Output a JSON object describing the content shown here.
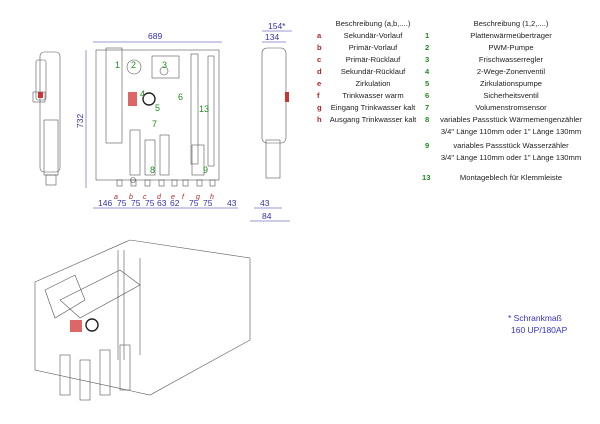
{
  "legend_letters": {
    "header": "Beschreibung (a,b,....)",
    "items": [
      {
        "key": "a",
        "text": "Sekundär-Vorlauf"
      },
      {
        "key": "b",
        "text": "Primär-Vorlauf"
      },
      {
        "key": "c",
        "text": "Primär-Rücklauf"
      },
      {
        "key": "d",
        "text": "Sekundär-Rücklauf"
      },
      {
        "key": "e",
        "text": "Zirkulation"
      },
      {
        "key": "f",
        "text": "Trinkwasser warm"
      },
      {
        "key": "g",
        "text": "Eingang Trinkwasser kalt"
      },
      {
        "key": "h",
        "text": "Ausgang Trinkwasser kalt"
      }
    ]
  },
  "legend_numbers": {
    "header": "Beschreibung (1,2,....)",
    "items": [
      {
        "key": "1",
        "text": "Plattenwärmeübertrager"
      },
      {
        "key": "2",
        "text": "PWM-Pumpe"
      },
      {
        "key": "3",
        "text": "Frischwasserregler"
      },
      {
        "key": "4",
        "text": "2-Wege-Zonenventil"
      },
      {
        "key": "5",
        "text": "Zirkulationspumpe"
      },
      {
        "key": "6",
        "text": "Sicherheitsventil"
      },
      {
        "key": "7",
        "text": "Volumenstromsensor"
      },
      {
        "key": "8",
        "text": "variables Passstück Wärmemengenzähler",
        "text2": "3/4\" Länge 110mm oder 1\" Länge 130mm"
      },
      {
        "key": "9",
        "text": "variables Passstück Wasserzähler",
        "text2": "3/4\" Länge 110mm oder 1\" Länge 130mm"
      },
      {
        "key": "13",
        "text": "Montageblech für Klemmleiste"
      }
    ]
  },
  "dimensions": {
    "width": "689",
    "height": "732",
    "bottom": [
      "146",
      "75",
      "75",
      "75",
      "63",
      "62",
      "75",
      "75",
      "43"
    ],
    "side_top": "154*",
    "side_top2": "134",
    "side_bottom": "43",
    "side_bottom2": "84"
  },
  "component_labels": [
    "1",
    "2",
    "3",
    "4",
    "5",
    "6",
    "7",
    "8",
    "9",
    "13"
  ],
  "connection_labels": [
    "a",
    "b",
    "c",
    "d",
    "e",
    "f",
    "g",
    "h"
  ],
  "note": {
    "line1": "* Schrankmaß",
    "line2": "160 UP/180AP"
  }
}
